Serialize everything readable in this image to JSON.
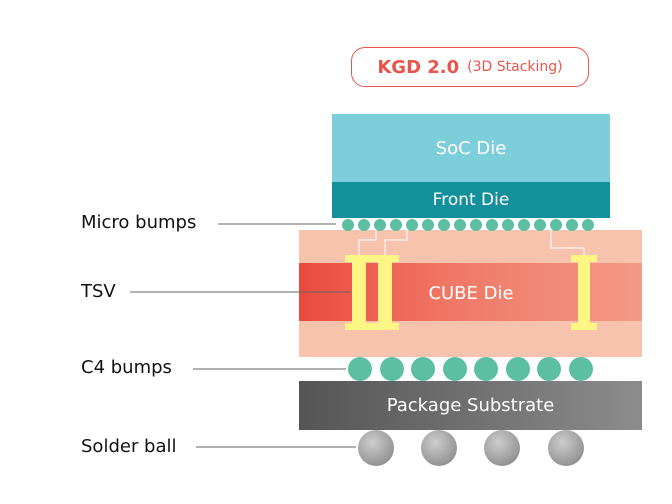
{
  "badge": {
    "title": "KGD 2.0",
    "subtitle": "(3D Stacking)"
  },
  "layers": {
    "soc_die": "SoC Die",
    "front_die": "Front Die",
    "cube_die": "CUBE Die",
    "package_substrate": "Package Substrate"
  },
  "labels": {
    "micro_bumps": "Micro bumps",
    "tsv": "TSV",
    "c4_bumps": "C4 bumps",
    "solder_ball": "Solder ball"
  },
  "colors": {
    "accent": "#e8554a",
    "soc_die": "#7dcedb",
    "front_die": "#14909d",
    "cube_outer": "#f7c3ad",
    "cube_core": "#ef6a5a",
    "tsv": "#fdf584",
    "micro_bump": "#5dbfa1",
    "c4_bump": "#5dbfa1",
    "substrate": "#6b6b6b",
    "solder_ball": "#a8a8a8"
  },
  "counts": {
    "micro_bumps": 16,
    "c4_bumps": 8,
    "solder_balls": 4,
    "tsvs": 3
  }
}
